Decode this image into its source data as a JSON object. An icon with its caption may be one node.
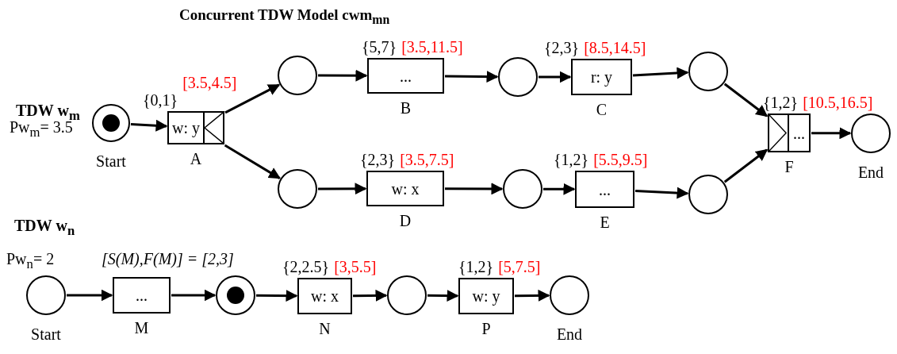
{
  "diagram": {
    "title": "Concurrent TDW Model cwm$_{mn}$",
    "nodes": [
      {
        "text": [],
        "shape": "circle",
        "beside": [
          "Start"
        ]
      },
      {
        "text": [
          "w: y"
        ],
        "beside": [
          "A",
          "{0,1}",
          "[3.5,4.5]"
        ]
      },
      {
        "text": [],
        "shape": "circle"
      },
      {
        "text": [
          "..."
        ],
        "beside": [
          "B",
          "{5,7}",
          "[3.5,11.5]"
        ]
      },
      {
        "text": [],
        "shape": "circle"
      },
      {
        "text": [
          "r: y"
        ],
        "beside": [
          "C",
          "{2,3}",
          "[8.5,14.5]"
        ]
      },
      {
        "text": [],
        "shape": "circle"
      },
      {
        "text": [],
        "shape": "circle"
      },
      {
        "text": [
          "w: x"
        ],
        "beside": [
          "D",
          "{2,3}",
          "[3.5,7.5]"
        ]
      },
      {
        "text": [],
        "shape": "circle"
      },
      {
        "text": [
          "..."
        ],
        "beside": [
          "E",
          "{1,2}",
          "[5.5,9.5]"
        ]
      },
      {
        "text": [],
        "shape": "circle"
      },
      {
        "text": [
          "..."
        ],
        "beside": [
          "F",
          "{1,2}",
          "[10.5,16.5]"
        ]
      },
      {
        "text": [],
        "shape": "circle",
        "beside": [
          "End"
        ]
      },
      {
        "text": [],
        "shape": "circle",
        "beside": [
          "Start"
        ]
      },
      {
        "text": [
          "..."
        ],
        "beside": [
          "M"
        ]
      },
      {
        "text": [],
        "shape": "circle"
      },
      {
        "text": [
          "w: x"
        ],
        "beside": [
          "N",
          "{2,2.5}",
          "[3,5.5]"
        ]
      },
      {
        "text": [],
        "shape": "circle"
      },
      {
        "text": [
          "w: y"
        ],
        "beside": [
          "P",
          "{1,2}",
          "[5,7.5]"
        ]
      },
      {
        "text": [],
        "shape": "circle",
        "beside": [
          "End"
        ]
      },
      {
        "text": [],
        "shape": "circle",
        "in": 0
      },
      {
        "text": [],
        "shape": "triangle",
        "in": 1
      },
      {
        "text": [],
        "shape": "triangle",
        "in": 12
      },
      {
        "text": [],
        "shape": "circle",
        "in": 16
      }
    ],
    "edges": [
      {
        "from": 0,
        "to": 1,
        "arrow": "to"
      },
      {
        "from": 1,
        "to": 2,
        "arrow": "to"
      },
      {
        "from": 1,
        "to": 7,
        "arrow": "to"
      },
      {
        "from": 2,
        "to": 3,
        "arrow": "to"
      },
      {
        "from": 3,
        "to": 4,
        "arrow": "to"
      },
      {
        "from": 4,
        "to": 5,
        "arrow": "to"
      },
      {
        "from": 5,
        "to": 6,
        "arrow": "to"
      },
      {
        "from": 6,
        "to": 12,
        "arrow": "to"
      },
      {
        "from": 7,
        "to": 8,
        "arrow": "to"
      },
      {
        "from": 8,
        "to": 9,
        "arrow": "to"
      },
      {
        "from": 9,
        "to": 10,
        "arrow": "to"
      },
      {
        "from": 10,
        "to": 11,
        "arrow": "to"
      },
      {
        "from": 11,
        "to": 12,
        "arrow": "to"
      },
      {
        "from": 12,
        "to": 13,
        "arrow": "to"
      },
      {
        "from": 14,
        "to": 15,
        "arrow": "to"
      },
      {
        "from": 15,
        "to": 16,
        "arrow": "to"
      },
      {
        "from": 16,
        "to": 17,
        "arrow": "to"
      },
      {
        "from": 17,
        "to": 18,
        "arrow": "to"
      },
      {
        "from": 18,
        "to": 19,
        "arrow": "to"
      },
      {
        "from": 19,
        "to": 20,
        "arrow": "to"
      }
    ],
    "labels": [
      "TDW w$_{m}$",
      "Pw$_{m}$= 3.5",
      "TDW w$_{n}$",
      "Pw$_{n}$= 2",
      "[S(M),F(M)] = [2,3]"
    ]
  }
}
